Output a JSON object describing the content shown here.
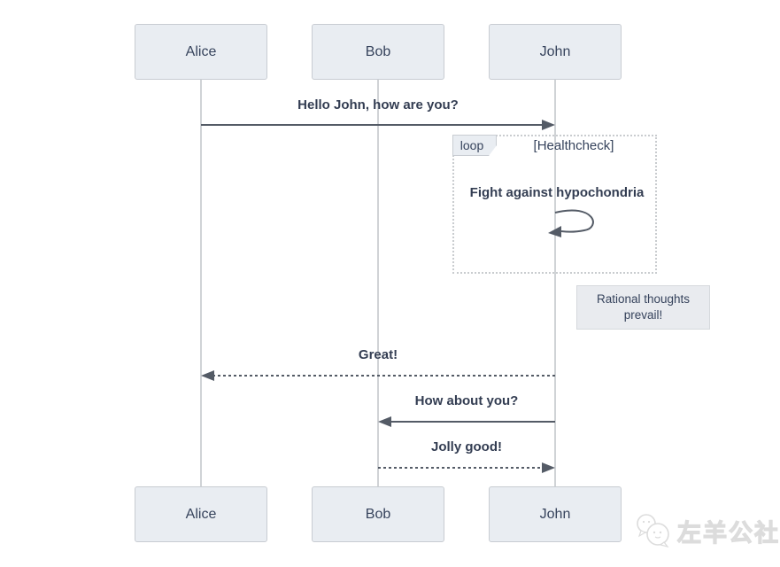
{
  "diagram": {
    "type": "sequence",
    "actors": [
      {
        "name": "Alice"
      },
      {
        "name": "Bob"
      },
      {
        "name": "John"
      }
    ],
    "messages": [
      {
        "text": "Hello John, how are you?",
        "from": "Alice",
        "to": "John",
        "line": "solid"
      },
      {
        "text": "Fight against hypochondria",
        "from": "John",
        "to": "John",
        "line": "self"
      },
      {
        "text": "Great!",
        "from": "John",
        "to": "Alice",
        "line": "dashed"
      },
      {
        "text": "How about you?",
        "from": "John",
        "to": "Bob",
        "line": "solid"
      },
      {
        "text": "Jolly good!",
        "from": "Bob",
        "to": "John",
        "line": "dashed"
      }
    ],
    "loop": {
      "label": "loop",
      "condition": "[Healthcheck]"
    },
    "note": {
      "text": "Rational thoughts prevail!",
      "lines": [
        "Rational thoughts",
        "prevail!"
      ]
    },
    "watermark": {
      "text": "左羊公社"
    },
    "colors": {
      "signal": "#545b66",
      "message_text": "#333d52",
      "actor_fill": "#e9edf2",
      "actor_border": "#c8ccd2",
      "lifeline": "#d0d3d6",
      "loop_border": "#c9cccf",
      "note_fill": "#e9ebef",
      "watermark": "#dcdcdc",
      "background": "#ffffff"
    }
  }
}
